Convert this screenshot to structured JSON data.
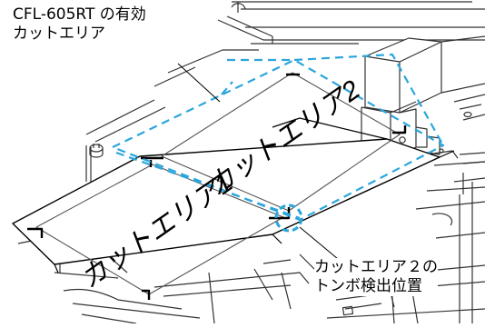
{
  "callouts": {
    "effective_area": [
      "CFL-605RT の有効",
      "カットエリア"
    ],
    "register_mark": [
      "カットエリア２の",
      "トンボ検出位置"
    ]
  },
  "area_labels": {
    "area1": "カットエリア1",
    "area2": "カットエリア2"
  },
  "colors": {
    "dashed_outline": "#2aa6dc",
    "line": "#000000",
    "machine_stroke": "#333333",
    "background": "#ffffff"
  },
  "icons": {
    "detection_marker": "dashed-circle"
  }
}
